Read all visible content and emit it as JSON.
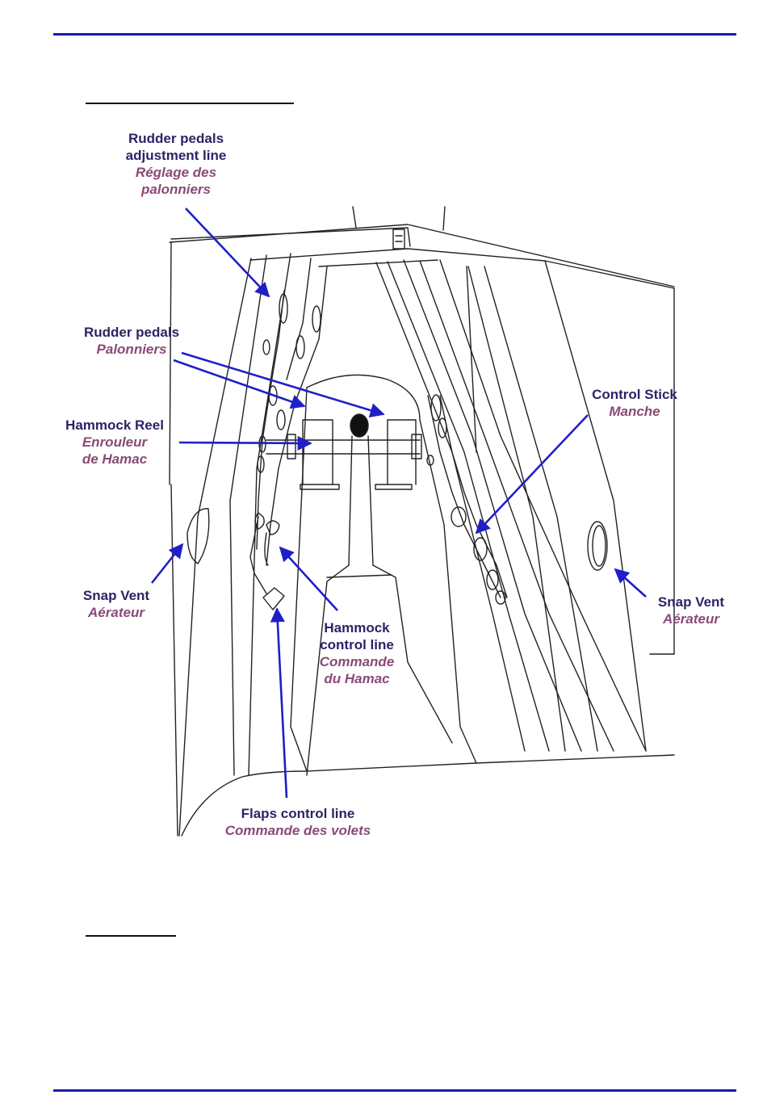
{
  "colors": {
    "rule": "#1a1aa8",
    "arrow": "#1f1fc8",
    "english_label": "#2a2466",
    "french_label": "#8a4a78",
    "line_art": "#222222"
  },
  "labels": {
    "rudder_adjust": {
      "en_1": "Rudder pedals",
      "en_2": "adjustment line",
      "fr_1": "Réglage des",
      "fr_2": "palonniers"
    },
    "rudder_pedals": {
      "en": "Rudder pedals",
      "fr": "Palonniers"
    },
    "hammock_reel": {
      "en": "Hammock Reel",
      "fr_1": "Enrouleur",
      "fr_2": "de Hamac"
    },
    "control_stick": {
      "en": "Control Stick",
      "fr": "Manche"
    },
    "snap_vent_left": {
      "en": "Snap Vent",
      "fr": "Aérateur"
    },
    "snap_vent_right": {
      "en": "Snap Vent",
      "fr": "Aérateur"
    },
    "hammock_control": {
      "en_1": "Hammock",
      "en_2": "control line",
      "fr_1": "Commande",
      "fr_2": "du Hamac"
    },
    "flaps_control": {
      "en": "Flaps control line",
      "fr": "Commande des volets"
    }
  }
}
